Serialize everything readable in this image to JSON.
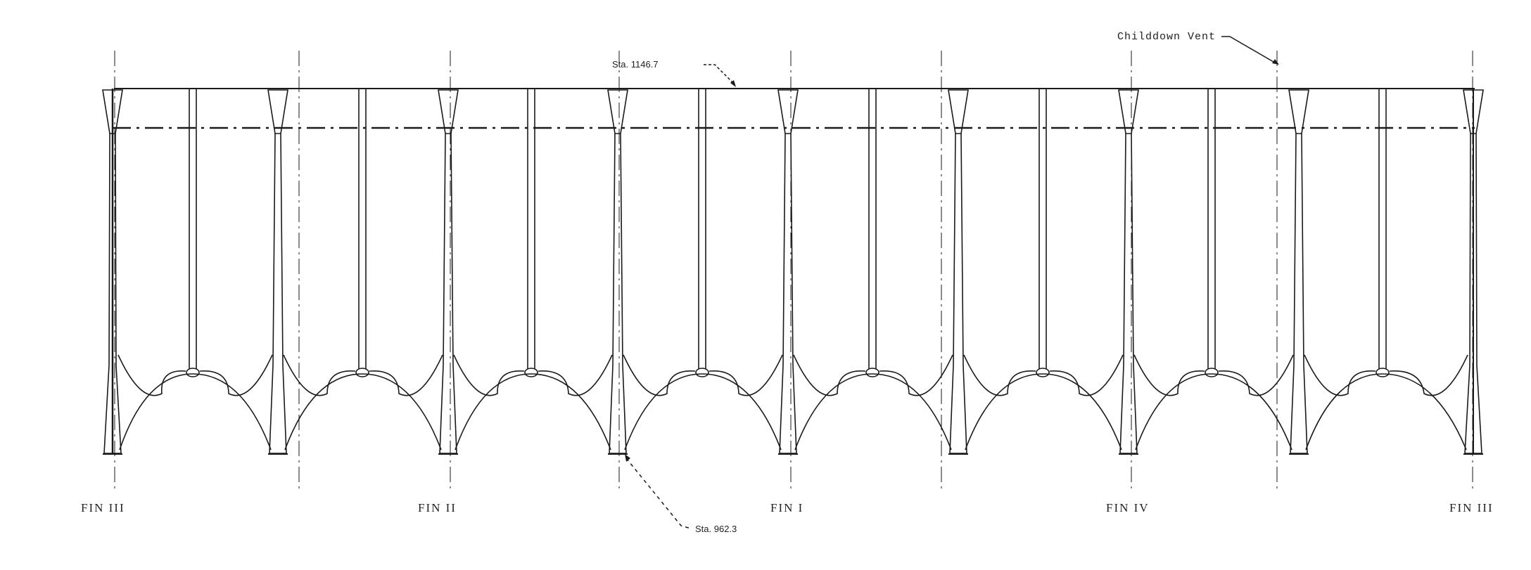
{
  "labels": {
    "sta_top": "Sta. 1146.7",
    "sta_bottom": "Sta. 962.3",
    "vent": "Childdown Vent"
  },
  "fins": [
    {
      "id": "fin-iii-left",
      "label": "FIN III"
    },
    {
      "id": "fin-ii",
      "label": "FIN II"
    },
    {
      "id": "fin-i",
      "label": "FIN I"
    },
    {
      "id": "fin-iv",
      "label": "FIN IV"
    },
    {
      "id": "fin-iii-right",
      "label": "FIN III"
    }
  ],
  "colors": {
    "ink": "#1a1a1a",
    "background": "#ffffff"
  }
}
